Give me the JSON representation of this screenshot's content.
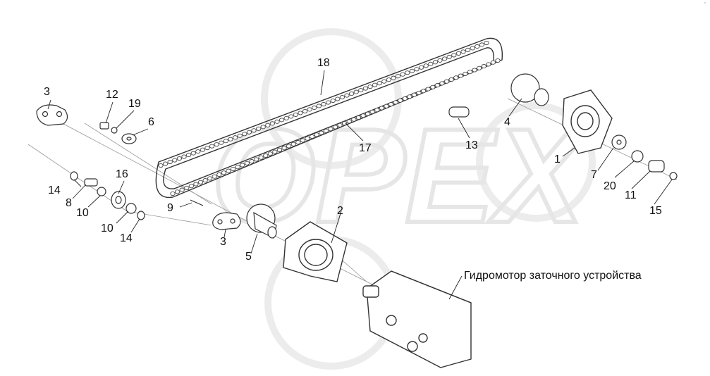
{
  "diagram": {
    "caption": "Гидромотор заточного устройства",
    "watermark": "OPEX",
    "corner_mark": "*",
    "callouts": [
      {
        "id": "c3a",
        "label": "3"
      },
      {
        "id": "c12",
        "label": "12"
      },
      {
        "id": "c19",
        "label": "19"
      },
      {
        "id": "c6",
        "label": "6"
      },
      {
        "id": "c18",
        "label": "18"
      },
      {
        "id": "c4",
        "label": "4"
      },
      {
        "id": "c13",
        "label": "13"
      },
      {
        "id": "c17",
        "label": "17"
      },
      {
        "id": "c1",
        "label": "1"
      },
      {
        "id": "c7",
        "label": "7"
      },
      {
        "id": "c20",
        "label": "20"
      },
      {
        "id": "c11",
        "label": "11"
      },
      {
        "id": "c15",
        "label": "15"
      },
      {
        "id": "c14a",
        "label": "14"
      },
      {
        "id": "c16",
        "label": "16"
      },
      {
        "id": "c8",
        "label": "8"
      },
      {
        "id": "c10a",
        "label": "10"
      },
      {
        "id": "c10b",
        "label": "10"
      },
      {
        "id": "c14b",
        "label": "14"
      },
      {
        "id": "c9",
        "label": "9"
      },
      {
        "id": "c2",
        "label": "2"
      },
      {
        "id": "c3b",
        "label": "3"
      },
      {
        "id": "c5",
        "label": "5"
      }
    ]
  }
}
